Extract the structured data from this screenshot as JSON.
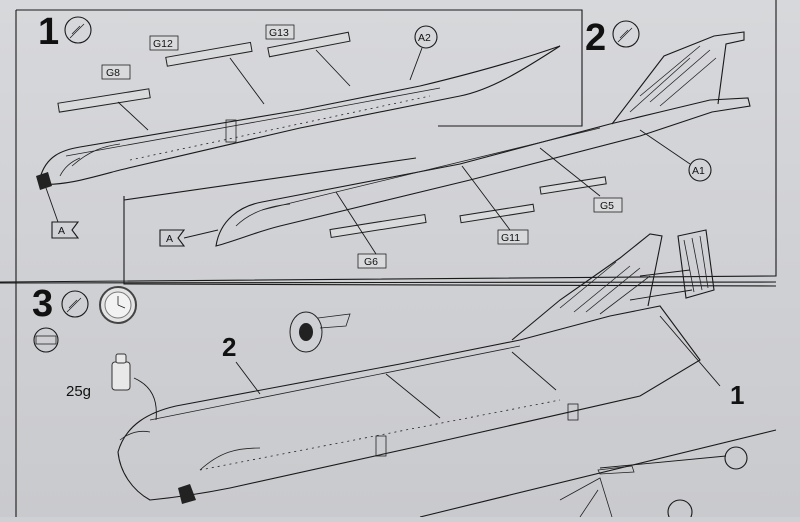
{
  "steps": {
    "step1": {
      "number": "1"
    },
    "step2": {
      "number": "2"
    },
    "step3": {
      "number": "3"
    }
  },
  "parts": {
    "g8": "G8",
    "g12": "G12",
    "g13": "G13",
    "a2": "A2",
    "a1": "A1",
    "g5": "G5",
    "g6": "G6",
    "g11": "G11",
    "marker_a": "A",
    "marker_a2": "A"
  },
  "step3": {
    "weight": "25g",
    "part2": "2",
    "part1": "1"
  },
  "icons": [
    "glue-tube-icon",
    "clock-icon",
    "tape-roll-icon",
    "weight-icon",
    "paint-icon"
  ],
  "colors": {
    "ink": "#1a1a1a",
    "paper": "#d3d4d7"
  }
}
